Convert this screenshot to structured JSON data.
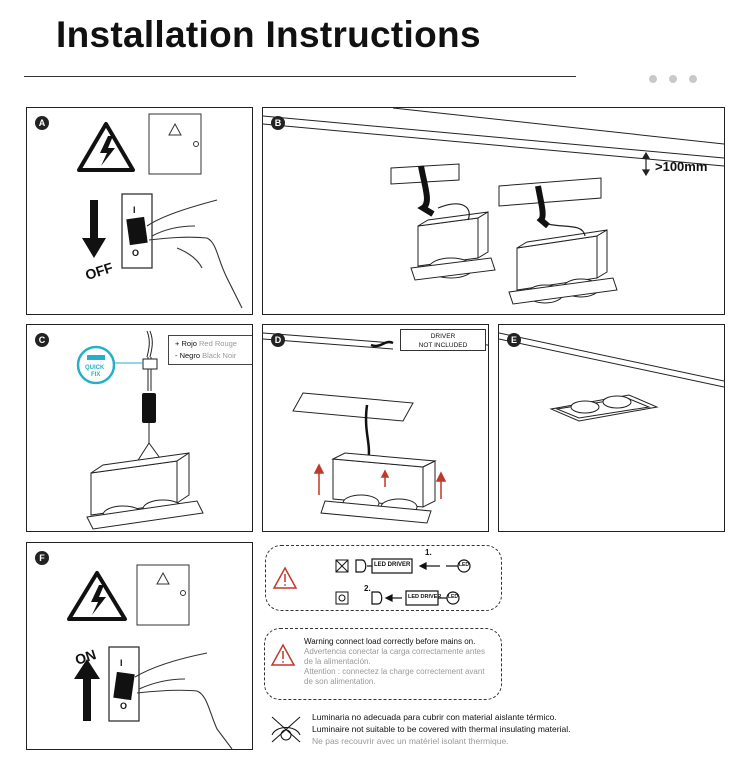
{
  "header": {
    "title": "Installation Instructions"
  },
  "panels": {
    "a": {
      "badge": "A",
      "off_label": "OFF",
      "switch_on": "I",
      "switch_off": "O"
    },
    "b": {
      "badge": "B",
      "distance_label": ">100mm"
    },
    "c": {
      "badge": "C",
      "quick_fix": [
        "QUICK",
        "FIX"
      ],
      "legend": [
        {
          "sign": "+",
          "label": "Rojo",
          "alt": "Red Rouge"
        },
        {
          "sign": "-",
          "label": "Negro",
          "alt": "Black Noir"
        }
      ]
    },
    "d": {
      "badge": "D",
      "driver_note": [
        "DRIVER",
        "NOT INCLUDED"
      ]
    },
    "e": {
      "badge": "E"
    },
    "f": {
      "badge": "F",
      "on_label": "ON",
      "switch_on": "I",
      "switch_off": "O"
    }
  },
  "wiring": {
    "led_driver_label": "LED DRIVER",
    "led_label": "LED",
    "step1": "1.",
    "step2": "2."
  },
  "warning": {
    "en": "Warning connect load correctly before mains on.",
    "es": [
      "Advertencia conectar la carga correctamente antes",
      "de la alimentación."
    ],
    "fr": [
      "Attention : connectez la charge correctement avant",
      "de son alimentation."
    ]
  },
  "footer": {
    "es": "Luminaria no adecuada para cubrir con material aislante térmico.",
    "en": "Luminaire not suitable to be covered with thermal insulating material.",
    "fr": "Ne pas recouvrir avec un matériel isolant thermique."
  },
  "colors": {
    "ink": "#111111",
    "grey_text": "#999999",
    "quick_fix_ring": "#26b0c8",
    "arrow_red": "#c0392b"
  }
}
